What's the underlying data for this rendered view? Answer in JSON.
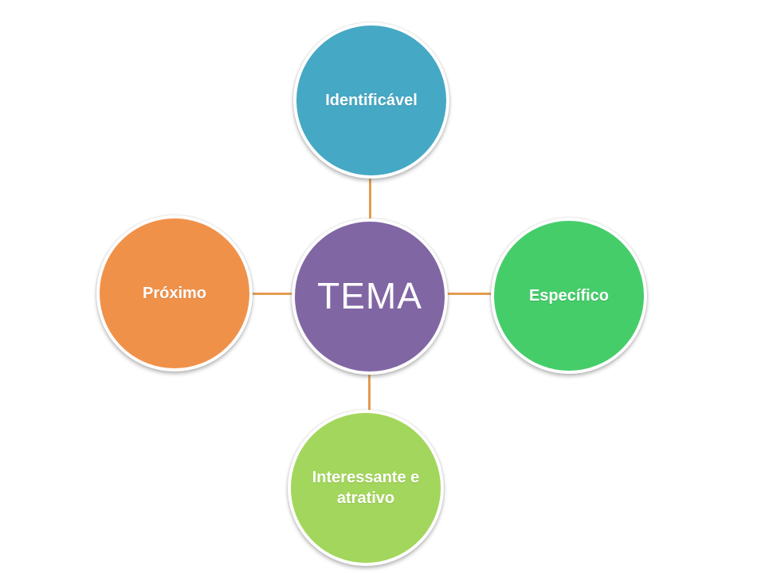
{
  "diagram": {
    "type": "radial-cycle",
    "background_color": "#FFFFFF",
    "connector_color": "#E39C50",
    "text_color": "#FFFFFF",
    "center": {
      "label": "TEMA",
      "color": "#8166A4"
    },
    "nodes": [
      {
        "position": "top",
        "label": "Identificável",
        "color": "#45A8C4"
      },
      {
        "position": "right",
        "label": "Específico",
        "color": "#45CD6A"
      },
      {
        "position": "bottom",
        "label": "Interessante e atrativo",
        "color": "#A3D65C"
      },
      {
        "position": "left",
        "label": "Próximo",
        "color": "#F0914A"
      }
    ]
  }
}
